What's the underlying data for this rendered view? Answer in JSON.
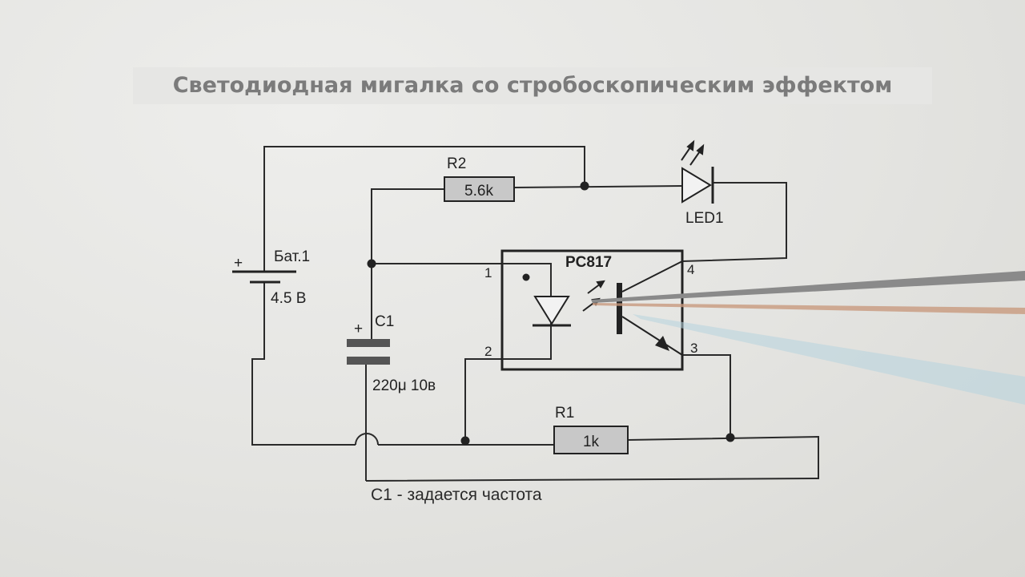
{
  "title": "Светодиодная мигалка со стробоскопическим эффектом",
  "battery": {
    "name": "Бат.1",
    "voltage": "4.5 В",
    "plus": "+"
  },
  "r2": {
    "name": "R2",
    "value": "5.6k"
  },
  "r1": {
    "name": "R1",
    "value": "1k"
  },
  "led": {
    "name": "LED1"
  },
  "capacitor": {
    "name": "C1",
    "value": "220μ 10в",
    "plus": "+"
  },
  "optocoupler": {
    "name": "PC817",
    "pins": [
      "1",
      "2",
      "3",
      "4"
    ]
  },
  "caption": "C1 - задается частота",
  "colors": {
    "wire": "#2a2a2a",
    "component_fill": "#c8c8c8",
    "capacitor_plate": "#555555",
    "pointer": "#8a8a8a"
  }
}
